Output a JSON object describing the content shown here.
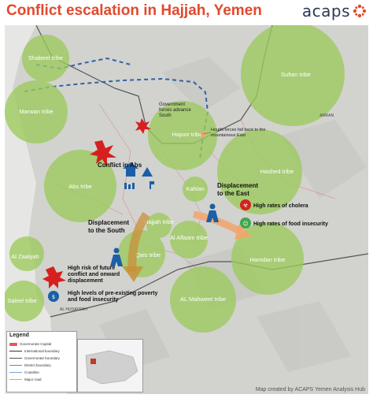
{
  "header": {
    "title": "Conflict escalation in Hajjah, Yemen",
    "logo": "acaps",
    "title_color": "#e2492d"
  },
  "tribes": [
    {
      "label": "Shabeel tribe"
    },
    {
      "label": "Marwan tribe"
    },
    {
      "label": "Sufian tribe"
    },
    {
      "label": "Hajoor tribe"
    },
    {
      "label": "Abs tribe"
    },
    {
      "label": "Hashed tribe"
    },
    {
      "label": "Kahlan"
    },
    {
      "label": "Hajjah tribe"
    },
    {
      "label": "Al Aflaam tribe"
    },
    {
      "label": "Qais tribe"
    },
    {
      "label": "Hamdan tribe"
    },
    {
      "label": "Al Zaalyah"
    },
    {
      "label": "Saleel tribe"
    },
    {
      "label": "AL Mahweet tribe"
    }
  ],
  "annotations": {
    "gov_forces": "Government forces advance South",
    "houthi": "Houthi forces fall back to the mountainous East",
    "conflict_abs": "Conflict in Abs",
    "displacement_east": "Displacement to the East",
    "displacement_south": "Displacement to the South",
    "cholera": "High rates of cholera",
    "food_insecurity": "High rates of food insecurity",
    "risk": "High risk of future conflict and onward displacement",
    "poverty": "High levels of pre-existing poverty and food insecurity",
    "al_hudaydah": "AL HUDAYDAH",
    "amran": "AMRAN"
  },
  "legend": {
    "title": "Legend",
    "items": [
      {
        "label": "Governorate Capital"
      },
      {
        "label": "International boundary"
      },
      {
        "label": "Governorate boundary"
      },
      {
        "label": "District boundary"
      },
      {
        "label": "Coastline"
      },
      {
        "label": "Major road"
      }
    ]
  },
  "credit": "Map created by ACAPS Yemen Analysis Hub",
  "colors": {
    "tribe_fill": "#9ccb5c",
    "sea": "#e8e9e6",
    "land": "#d4d4d2",
    "accent_red": "#d6201f",
    "arrow_orange": "#f2a46c",
    "arrow_brown": "#c98f3a"
  }
}
